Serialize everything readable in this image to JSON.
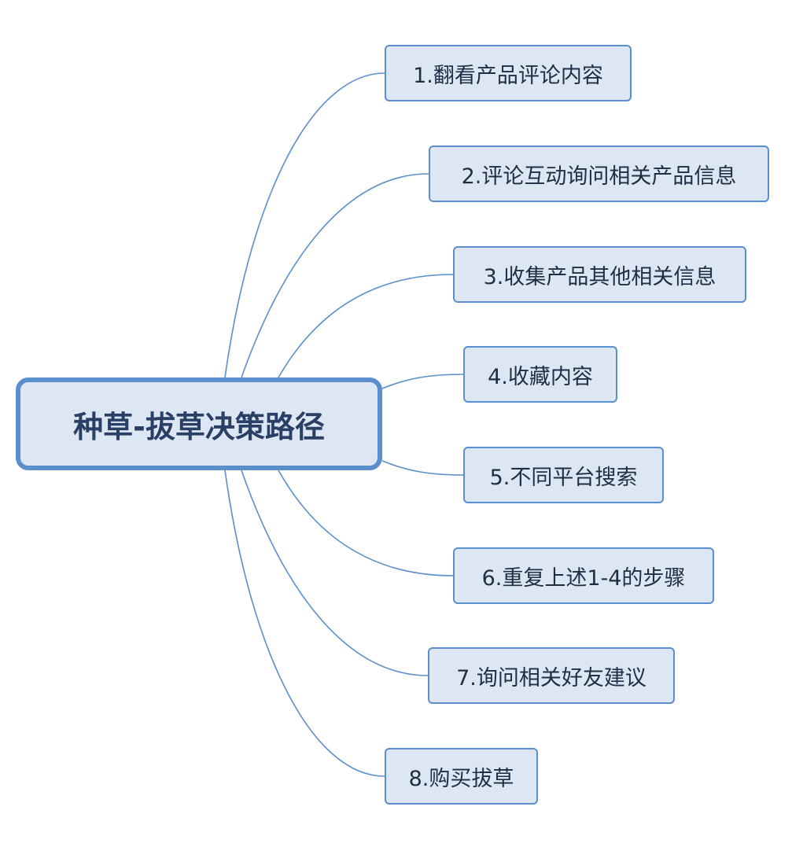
{
  "root": {
    "label": "种草-拔草决策路径"
  },
  "steps": [
    {
      "label": "1.翻看产品评论内容"
    },
    {
      "label": "2.评论互动询问相关产品信息"
    },
    {
      "label": "3.收集产品其他相关信息"
    },
    {
      "label": "4.收藏内容"
    },
    {
      "label": "5.不同平台搜索"
    },
    {
      "label": "6.重复上述1-4的步骤"
    },
    {
      "label": "7.询问相关好友建议"
    },
    {
      "label": "8.购买拔草"
    }
  ],
  "colors": {
    "node_fill": "#dde7f4",
    "node_border": "#5a8fcb",
    "connector": "#5a8fcb",
    "text": "#1f2d45"
  }
}
